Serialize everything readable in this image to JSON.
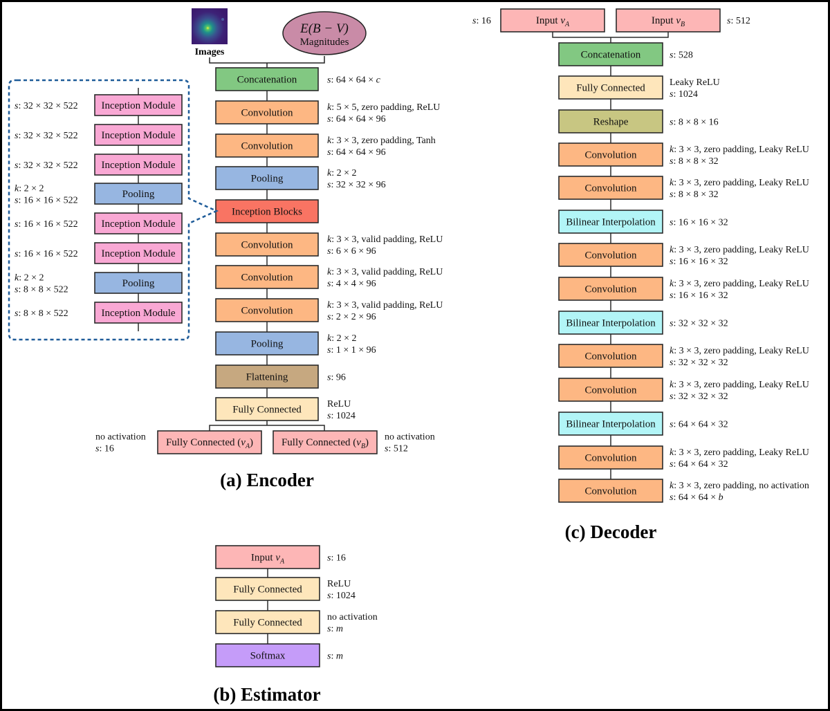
{
  "colors": {
    "concat": "#82c882",
    "conv": "#fdb783",
    "pool": "#97b6e1",
    "inception_blocks": "#f97463",
    "inception_module": "#f9a8d4",
    "flatten": "#c6a880",
    "fc": "#fee6bb",
    "fc_out": "#fdb6b6",
    "input": "#fdb6b6",
    "softmax": "#c59cf9",
    "reshape": "#c8c682",
    "bilinear": "#b2f5f7",
    "ellipse": "#c98ba7",
    "dashed": "#1f5c99"
  },
  "encoder": {
    "caption": "(a) Encoder",
    "inputs": {
      "image_label": "Images",
      "ellipse_line1": "E(B − V)",
      "ellipse_line2": "Magnitudes"
    },
    "layers": [
      {
        "label": "Concatenation",
        "type": "concat",
        "ann": [
          "s: 64 × 64 × c"
        ]
      },
      {
        "label": "Convolution",
        "type": "conv",
        "ann": [
          "k: 5 × 5,  zero padding,  ReLU",
          "s: 64 × 64 × 96"
        ]
      },
      {
        "label": "Convolution",
        "type": "conv",
        "ann": [
          "k: 3 × 3,  zero padding,  Tanh",
          "s: 64 × 64 × 96"
        ]
      },
      {
        "label": "Pooling",
        "type": "pool",
        "ann": [
          "k: 2 × 2",
          "s: 32 × 32 × 96"
        ]
      },
      {
        "label": "Inception Blocks",
        "type": "inception_blocks",
        "ann": []
      },
      {
        "label": "Convolution",
        "type": "conv",
        "ann": [
          "k: 3 × 3,  valid padding,  ReLU",
          "s: 6 × 6 × 96"
        ]
      },
      {
        "label": "Convolution",
        "type": "conv",
        "ann": [
          "k: 3 × 3,  valid padding,  ReLU",
          "s: 4 × 4 × 96"
        ]
      },
      {
        "label": "Convolution",
        "type": "conv",
        "ann": [
          "k: 3 × 3,  valid padding,  ReLU",
          "s: 2 × 2 × 96"
        ]
      },
      {
        "label": "Pooling",
        "type": "pool",
        "ann": [
          "k: 2 × 2",
          "s: 1 × 1 × 96"
        ]
      },
      {
        "label": "Flattening",
        "type": "flatten",
        "ann": [
          "s: 96"
        ]
      },
      {
        "label": "Fully Connected",
        "type": "fc",
        "ann": [
          "ReLU",
          "s: 1024"
        ]
      }
    ],
    "outputs": [
      {
        "label": "Fully Connected (vA)",
        "type": "fc_out",
        "ann": [
          "no activation",
          "s: 16"
        ]
      },
      {
        "label": "Fully Connected (vB)",
        "type": "fc_out",
        "ann": [
          "no activation",
          "s: 512"
        ]
      }
    ],
    "inception_detail": [
      {
        "label": "Inception Module",
        "type": "inception_module",
        "ann": [
          "s: 32 × 32 × 522"
        ]
      },
      {
        "label": "Inception Module",
        "type": "inception_module",
        "ann": [
          "s: 32 × 32 × 522"
        ]
      },
      {
        "label": "Inception Module",
        "type": "inception_module",
        "ann": [
          "s: 32 × 32 × 522"
        ]
      },
      {
        "label": "Pooling",
        "type": "pool",
        "ann": [
          "k: 2 × 2",
          "s: 16 × 16 × 522"
        ]
      },
      {
        "label": "Inception Module",
        "type": "inception_module",
        "ann": [
          "s: 16 × 16 × 522"
        ]
      },
      {
        "label": "Inception Module",
        "type": "inception_module",
        "ann": [
          "s: 16 × 16 × 522"
        ]
      },
      {
        "label": "Pooling",
        "type": "pool",
        "ann": [
          "k: 2 × 2",
          "s: 8 × 8 × 522"
        ]
      },
      {
        "label": "Inception Module",
        "type": "inception_module",
        "ann": [
          "s: 8 × 8 × 522"
        ]
      }
    ]
  },
  "estimator": {
    "caption": "(b) Estimator",
    "layers": [
      {
        "label": "Input vA",
        "type": "input",
        "ann": [
          "s: 16"
        ]
      },
      {
        "label": "Fully Connected",
        "type": "fc",
        "ann": [
          "ReLU",
          "s: 1024"
        ]
      },
      {
        "label": "Fully Connected",
        "type": "fc",
        "ann": [
          "no activation",
          "s: m"
        ]
      },
      {
        "label": "Softmax",
        "type": "softmax",
        "ann": [
          "s: m"
        ]
      }
    ]
  },
  "decoder": {
    "caption": "(c) Decoder",
    "inputs": [
      {
        "label": "Input vA",
        "type": "input",
        "ann": [
          "s: 16"
        ]
      },
      {
        "label": "Input vB",
        "type": "input",
        "ann": [
          "s: 512"
        ]
      }
    ],
    "layers": [
      {
        "label": "Concatenation",
        "type": "concat",
        "ann": [
          "s: 528"
        ]
      },
      {
        "label": "Fully Connected",
        "type": "fc",
        "ann": [
          "Leaky ReLU",
          "s: 1024"
        ]
      },
      {
        "label": "Reshape",
        "type": "reshape",
        "ann": [
          "s: 8 × 8 × 16"
        ]
      },
      {
        "label": "Convolution",
        "type": "conv",
        "ann": [
          "k: 3 × 3,  zero padding,  Leaky ReLU",
          "s: 8 × 8 × 32"
        ]
      },
      {
        "label": "Convolution",
        "type": "conv",
        "ann": [
          "k: 3 × 3,  zero padding,  Leaky ReLU",
          "s: 8 × 8 × 32"
        ]
      },
      {
        "label": "Bilinear Interpolation",
        "type": "bilinear",
        "ann": [
          "s: 16 × 16 × 32"
        ]
      },
      {
        "label": "Convolution",
        "type": "conv",
        "ann": [
          "k: 3 × 3,  zero padding,  Leaky ReLU",
          "s: 16 × 16 × 32"
        ]
      },
      {
        "label": "Convolution",
        "type": "conv",
        "ann": [
          "k: 3 × 3,  zero padding,  Leaky ReLU",
          "s: 16 × 16 × 32"
        ]
      },
      {
        "label": "Bilinear Interpolation",
        "type": "bilinear",
        "ann": [
          "s: 32 × 32 × 32"
        ]
      },
      {
        "label": "Convolution",
        "type": "conv",
        "ann": [
          "k: 3 × 3,  zero padding,  Leaky ReLU",
          "s: 32 × 32 × 32"
        ]
      },
      {
        "label": "Convolution",
        "type": "conv",
        "ann": [
          "k: 3 × 3,  zero padding,  Leaky ReLU",
          "s: 32 × 32 × 32"
        ]
      },
      {
        "label": "Bilinear Interpolation",
        "type": "bilinear",
        "ann": [
          "s: 64 × 64 × 32"
        ]
      },
      {
        "label": "Convolution",
        "type": "conv",
        "ann": [
          "k: 3 × 3,  zero padding,  Leaky ReLU",
          "s: 64 × 64 × 32"
        ]
      },
      {
        "label": "Convolution",
        "type": "conv",
        "ann": [
          "k: 3 × 3,  zero padding,  no activation",
          "s: 64 × 64 × b"
        ]
      }
    ]
  }
}
